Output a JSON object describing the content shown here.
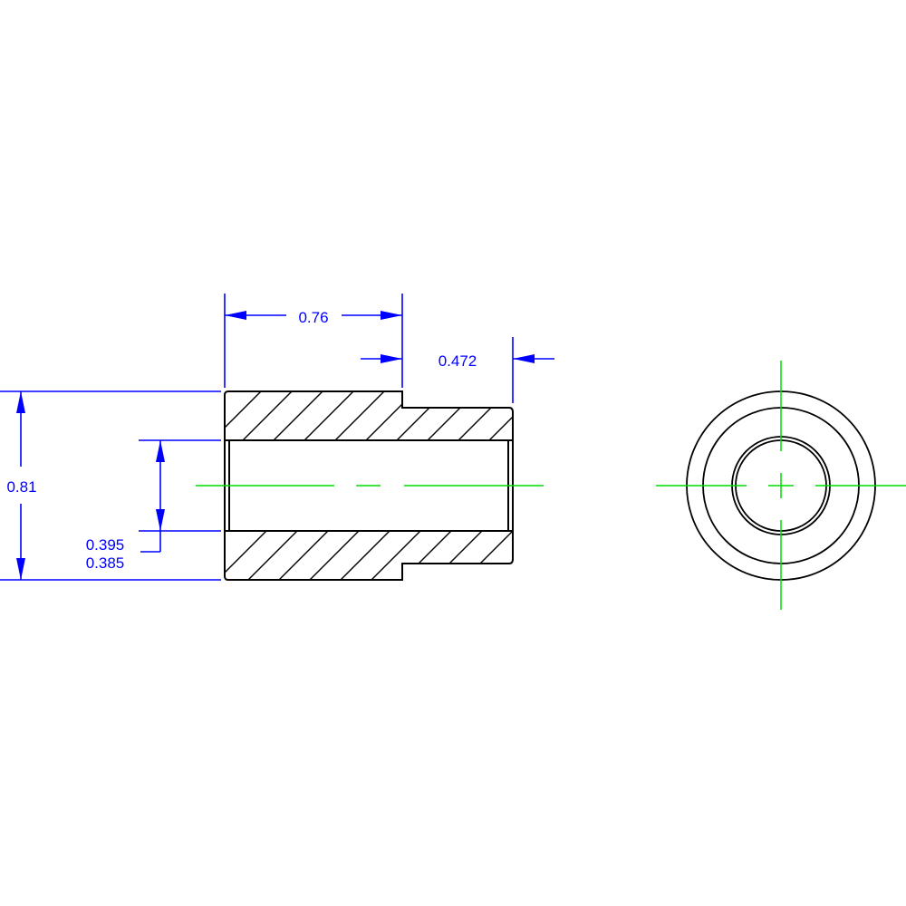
{
  "drawing": {
    "type": "engineering drawing - stepped bushing",
    "colors": {
      "outline": "#000000",
      "dimension": "#0000ff",
      "centerline": "#00dd00",
      "background": "#ffffff"
    }
  },
  "dimensions": {
    "overall_length_large": "0.76",
    "small_section_length": "0.472",
    "outer_diameter": "0.81",
    "bore_max": "0.395",
    "bore_min": "0.385"
  },
  "views": {
    "section_view": "side section with hatching",
    "end_view": "concentric circles with centerlines"
  }
}
